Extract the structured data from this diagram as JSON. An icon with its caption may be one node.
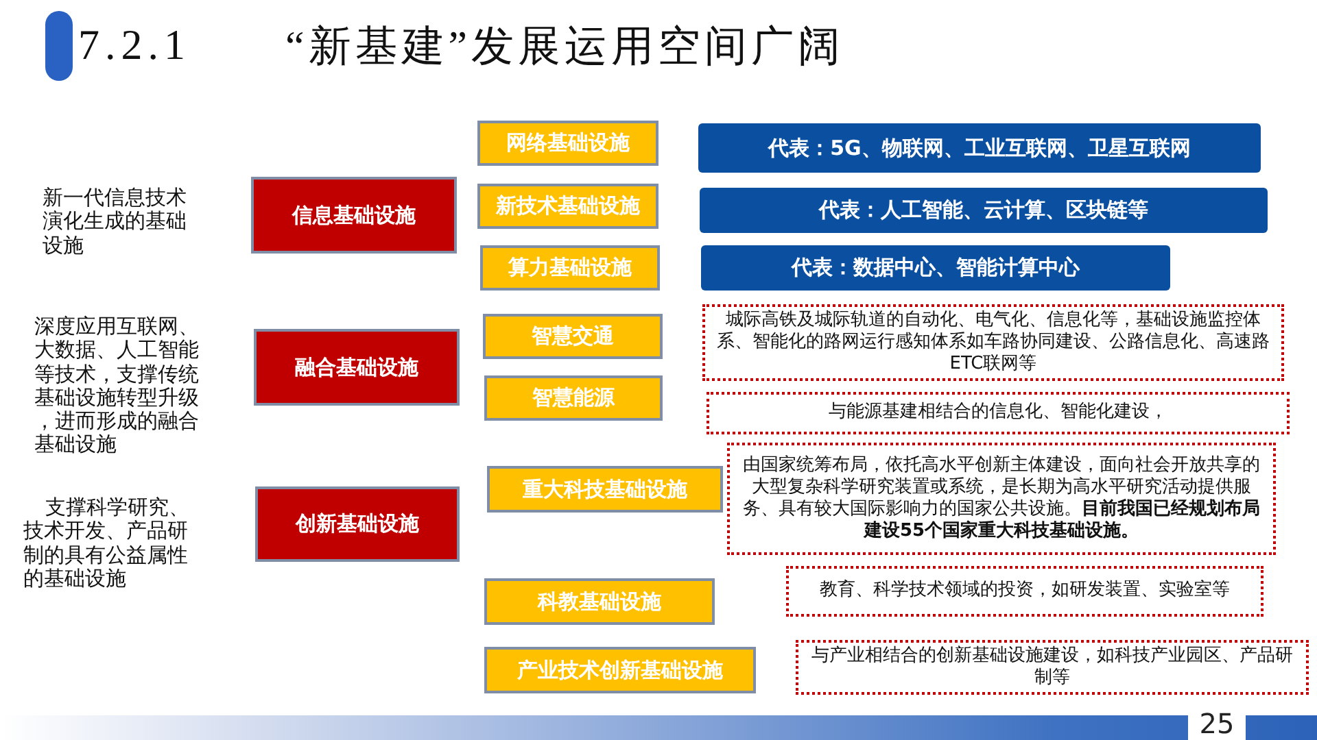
{
  "diagram": {
    "title": "“新基建”发展运用空间广阔",
    "nodes": [
      {
        "text": [
          "信息基础设施"
        ],
        "beside": [
          "新一代信息技术演化生成的基础设施"
        ]
      },
      {
        "text": [
          "网络基础设施"
        ]
      },
      {
        "text": [
          "代表：5G、物联网、工业互联网、卫星互联网"
        ]
      },
      {
        "text": [
          "新技术基础设施"
        ]
      },
      {
        "text": [
          "代表：人工智能、云计算、区块链等"
        ]
      },
      {
        "text": [
          "算力基础设施"
        ]
      },
      {
        "text": [
          "代表：数据中心、智能计算中心"
        ]
      },
      {
        "text": [
          "融合基础设施"
        ],
        "beside": [
          "深度应用互联网、大数据、人工智能等技术，支撑传统基础设施转型升级，进而形成的融合基础设施"
        ]
      },
      {
        "text": [
          "智慧交通"
        ]
      },
      {
        "text": [
          "城际高铁及城际轨道的自动化、电气化、信息化等，基础设施监控体系、智能化的路网运行感知体系如车路协同建设、公路信息化、高速路ETC联网等"
        ]
      },
      {
        "text": [
          "智慧能源"
        ]
      },
      {
        "text": [
          "与能源基建相结合的信息化、智能化建设，"
        ]
      },
      {
        "text": [
          "创新基础设施"
        ],
        "beside": [
          "支撑科学研究、技术开发、产品研制的具有公益属性的基础设施"
        ]
      },
      {
        "text": [
          "重大科技基础设施"
        ]
      },
      {
        "text": [
          "由国家统筹布局，依托高水平创新主体建设，面向社会开放共享的大型复杂科学研究装置或系统，是长期为高水平研究活动提供服务、具有较大国际影响力的国家公共设施。**目前我国已经规划布局建设55个国家重大科技基础设施。**"
        ]
      },
      {
        "text": [
          "科教基础设施"
        ]
      },
      {
        "text": [
          "教育、科学技术领域的投资，如研发装置、实验室等"
        ]
      },
      {
        "text": [
          "产业技术创新基础设施"
        ]
      },
      {
        "text": [
          "与产业相结合的创新基础设施建设，如科技产业园区、产品研制等"
        ]
      }
    ],
    "labels": [
      "7.2.1",
      "25"
    ]
  }
}
